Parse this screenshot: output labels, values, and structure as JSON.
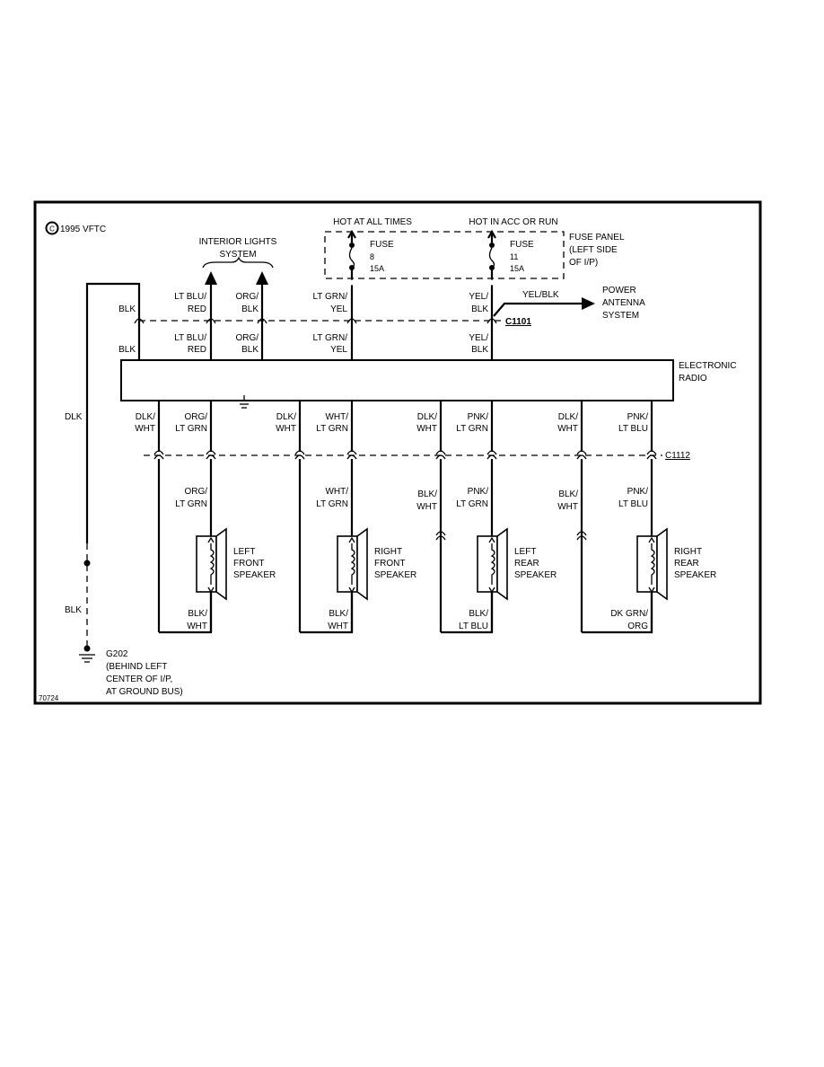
{
  "copyright": "1995 VFTC",
  "copyright_mark": "C",
  "figure_number": "70724",
  "power_sources": {
    "hot_always": "HOT AT ALL TIMES",
    "hot_acc_run": "HOT IN ACC OR RUN"
  },
  "fuse_panel": {
    "line1": "FUSE PANEL",
    "line2": "(LEFT SIDE",
    "line3": "OF I/P)",
    "fuses": [
      {
        "label": "FUSE",
        "number": "8",
        "rating": "15A"
      },
      {
        "label": "FUSE",
        "number": "11",
        "rating": "15A"
      }
    ]
  },
  "interior_lights": {
    "line1": "INTERIOR LIGHTS",
    "line2": "SYSTEM"
  },
  "power_antenna": {
    "wire": "YEL/BLK",
    "line1": "POWER",
    "line2": "ANTENNA",
    "line3": "SYSTEM"
  },
  "connectors": {
    "upper": "C1101",
    "lower": "C1112"
  },
  "radio": {
    "line1": "ELECTRONIC",
    "line2": "RADIO"
  },
  "ground": {
    "wire_upper": "DLK",
    "wire_lower": "BLK",
    "name": "G202",
    "line1": "(BEHIND LEFT",
    "line2": "CENTER OF I/P,",
    "line3": "AT GROUND BUS)"
  },
  "top_wires": [
    {
      "above": [
        "BLK"
      ],
      "below": [
        "BLK"
      ]
    },
    {
      "above": [
        "LT BLU/",
        "RED"
      ],
      "below": [
        "LT BLU/",
        "RED"
      ]
    },
    {
      "above": [
        "ORG/",
        "BLK"
      ],
      "below": [
        "ORG/",
        "BLK"
      ]
    },
    {
      "above": [
        "LT GRN/",
        "YEL"
      ],
      "below": [
        "LT GRN/",
        "YEL"
      ]
    },
    {
      "above": [
        "YEL/",
        "BLK"
      ],
      "below": [
        "YEL/",
        "BLK"
      ]
    }
  ],
  "speaker_wires": [
    {
      "upper": [
        "DLK/",
        "WHT"
      ],
      "lower": []
    },
    {
      "upper": [
        "ORG/",
        "LT GRN"
      ],
      "lower": [
        "ORG/",
        "LT GRN"
      ]
    },
    {
      "upper": [
        "DLK/",
        "WHT"
      ],
      "lower": []
    },
    {
      "upper": [
        "WHT/",
        "LT GRN"
      ],
      "lower": [
        "WHT/",
        "LT GRN"
      ]
    },
    {
      "upper": [
        "DLK/",
        "WHT"
      ],
      "lower": [
        "BLK/",
        "WHT"
      ]
    },
    {
      "upper": [
        "PNK/",
        "LT GRN"
      ],
      "lower": [
        "PNK/",
        "LT GRN"
      ]
    },
    {
      "upper": [
        "DLK/",
        "WHT"
      ],
      "lower": [
        "BLK/",
        "WHT"
      ]
    },
    {
      "upper": [
        "PNK/",
        "LT BLU"
      ],
      "lower": [
        "PNK/",
        "LT BLU"
      ]
    }
  ],
  "speakers": [
    {
      "line1": "LEFT",
      "line2": "FRONT",
      "line3": "SPEAKER",
      "bottom": [
        "BLK/",
        "WHT"
      ]
    },
    {
      "line1": "RIGHT",
      "line2": "FRONT",
      "line3": "SPEAKER",
      "bottom": [
        "BLK/",
        "WHT"
      ]
    },
    {
      "line1": "LEFT",
      "line2": "REAR",
      "line3": "SPEAKER",
      "bottom": [
        "BLK/",
        "LT BLU"
      ]
    },
    {
      "line1": "RIGHT",
      "line2": "REAR",
      "line3": "SPEAKER",
      "bottom": [
        "DK GRN/",
        "ORG"
      ]
    }
  ]
}
